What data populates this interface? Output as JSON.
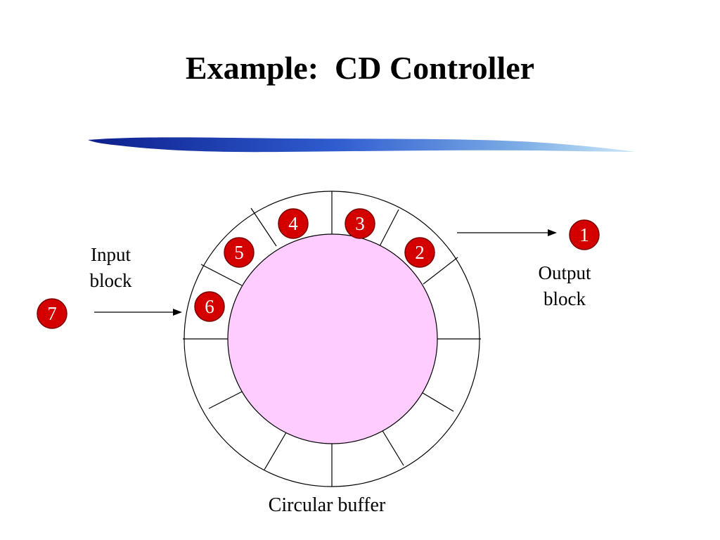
{
  "title": "Example:  CD Controller",
  "labels": {
    "input_line1": "Input",
    "input_line2": "block",
    "output_line1": "Output",
    "output_line2": "block",
    "caption": "Circular buffer"
  },
  "blocks": {
    "b1": "1",
    "b2": "2",
    "b3": "3",
    "b4": "4",
    "b5": "5",
    "b6": "6",
    "b7": "7"
  },
  "colors": {
    "badge": "#d40000",
    "badge_border": "#7a0000",
    "center_fill": "#ffccff",
    "rule_start": "#1a2a9a",
    "rule_end": "#a8d8f0"
  }
}
